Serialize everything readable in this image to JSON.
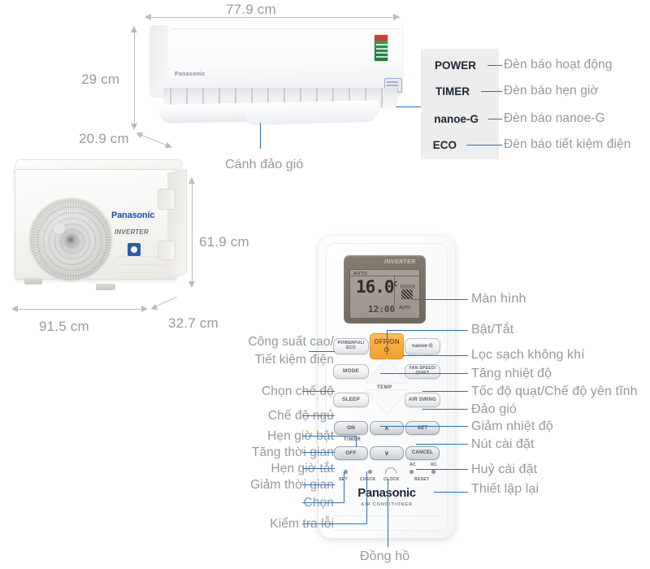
{
  "product": {
    "brand": "Panasonic",
    "inverter_text": "INVERTER",
    "remote_subtitle": "AIR CONDITIONER"
  },
  "dimensions": {
    "indoor_width": "77.9 cm",
    "indoor_height": "29 cm",
    "indoor_depth": "20.9 cm",
    "outdoor_width": "91.5 cm",
    "outdoor_height": "61.9 cm",
    "outdoor_depth": "32.7 cm"
  },
  "indoor_callouts": {
    "louver": "Cánh đảo gió"
  },
  "indicator_panel": {
    "rows": [
      {
        "code": "POWER",
        "description": "Đèn báo hoạt động"
      },
      {
        "code": "TIMER",
        "description": "Đèn báo hẹn giờ"
      },
      {
        "code": "nanoe-G",
        "description": "Đèn báo nanoe-G"
      },
      {
        "code": "ECO",
        "description": "Đèn báo tiết kiệm điện"
      }
    ]
  },
  "remote": {
    "display": {
      "mode_indicator": "AUTO",
      "temperature": "16.0",
      "temperature_unit": "C",
      "clock": "12:00",
      "fan_indicator": "AUTO"
    },
    "buttons": {
      "powerful_eco": "POWERFUL/ ECO",
      "powerful_eco_line1": "POWERFUL/",
      "powerful_eco_line2": "ECO",
      "off_on_text": "OFF/ON",
      "off_on_symbol": "⏻",
      "nanoe_g": "nanoe-G",
      "mode": "MODE",
      "fan_speed_line1": "FAN SPEED/",
      "fan_speed_line2": "QUIET",
      "sleep": "SLEEP",
      "air_swing": "AIR SWING",
      "timer_on": "ON",
      "timer_off": "OFF",
      "set": "SET",
      "cancel": "CANCEL",
      "up_chevron": "∧",
      "down_chevron": "∨",
      "temp_word": "TEMP",
      "timer_word": "TIMER"
    },
    "micro": {
      "set": "SET",
      "check": "CHECK",
      "clock": "CLOCK",
      "reset": "RESET",
      "ac": "AC",
      "rc": "RC"
    }
  },
  "remote_callouts_left": [
    {
      "id": "powerful-eco",
      "line1": "Công suất cao/",
      "line2": "Tiết kiệm điện"
    },
    {
      "id": "mode",
      "line1": "Chọn chế độ"
    },
    {
      "id": "sleep",
      "line1": "Chế độ ngủ"
    },
    {
      "id": "timer-on",
      "line1": "Hẹn giờ bật"
    },
    {
      "id": "time-up",
      "line1": "Tăng thời gian"
    },
    {
      "id": "timer-off",
      "line1": "Hẹn giờ tắt"
    },
    {
      "id": "time-down",
      "line1": "Giảm thời gian"
    },
    {
      "id": "select",
      "line1": "Chọn"
    },
    {
      "id": "check-error",
      "line1": "Kiểm tra lỗi"
    }
  ],
  "remote_callouts_right": [
    {
      "id": "display",
      "label": "Màn hình"
    },
    {
      "id": "power-toggle",
      "label": "Bật/Tắt"
    },
    {
      "id": "air-purify",
      "label": "Lọc sạch không khí"
    },
    {
      "id": "temp-up",
      "label": "Tăng nhiệt độ"
    },
    {
      "id": "fan-quiet",
      "label": "Tốc độ quạt/Chế độ yên tĩnh"
    },
    {
      "id": "air-swing",
      "label": "Đảo gió"
    },
    {
      "id": "temp-down",
      "label": "Giảm nhiệt độ"
    },
    {
      "id": "set",
      "label": "Nút cài đặt"
    },
    {
      "id": "cancel",
      "label": "Huỷ cài đặt"
    },
    {
      "id": "reset",
      "label": "Thiết lập lại"
    }
  ],
  "remote_callout_bottom": {
    "id": "clock",
    "label": "Đồng hồ"
  },
  "colors": {
    "leader_line": "#2f6fae",
    "dimension_line": "#b9bcbe",
    "callout_text": "#94999f",
    "indicator_text": "#1b2733",
    "accent_button": "#f5a93c",
    "brand_blue": "#1c4fa3"
  }
}
